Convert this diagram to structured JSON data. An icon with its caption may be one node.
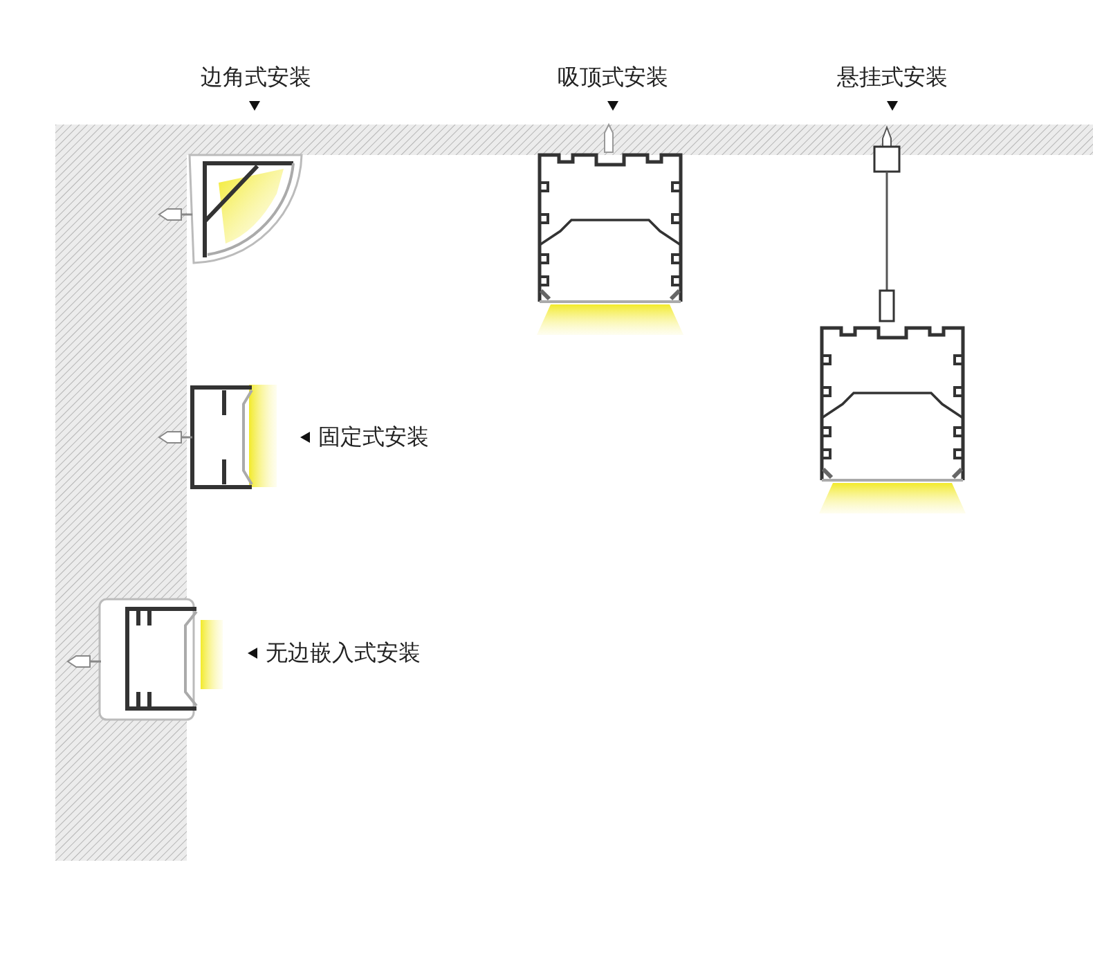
{
  "diagram": {
    "labels": [
      "边角式安装",
      "吸顶式安装",
      "悬挂式安装",
      "固定式安装",
      "无边嵌入式安装"
    ]
  }
}
